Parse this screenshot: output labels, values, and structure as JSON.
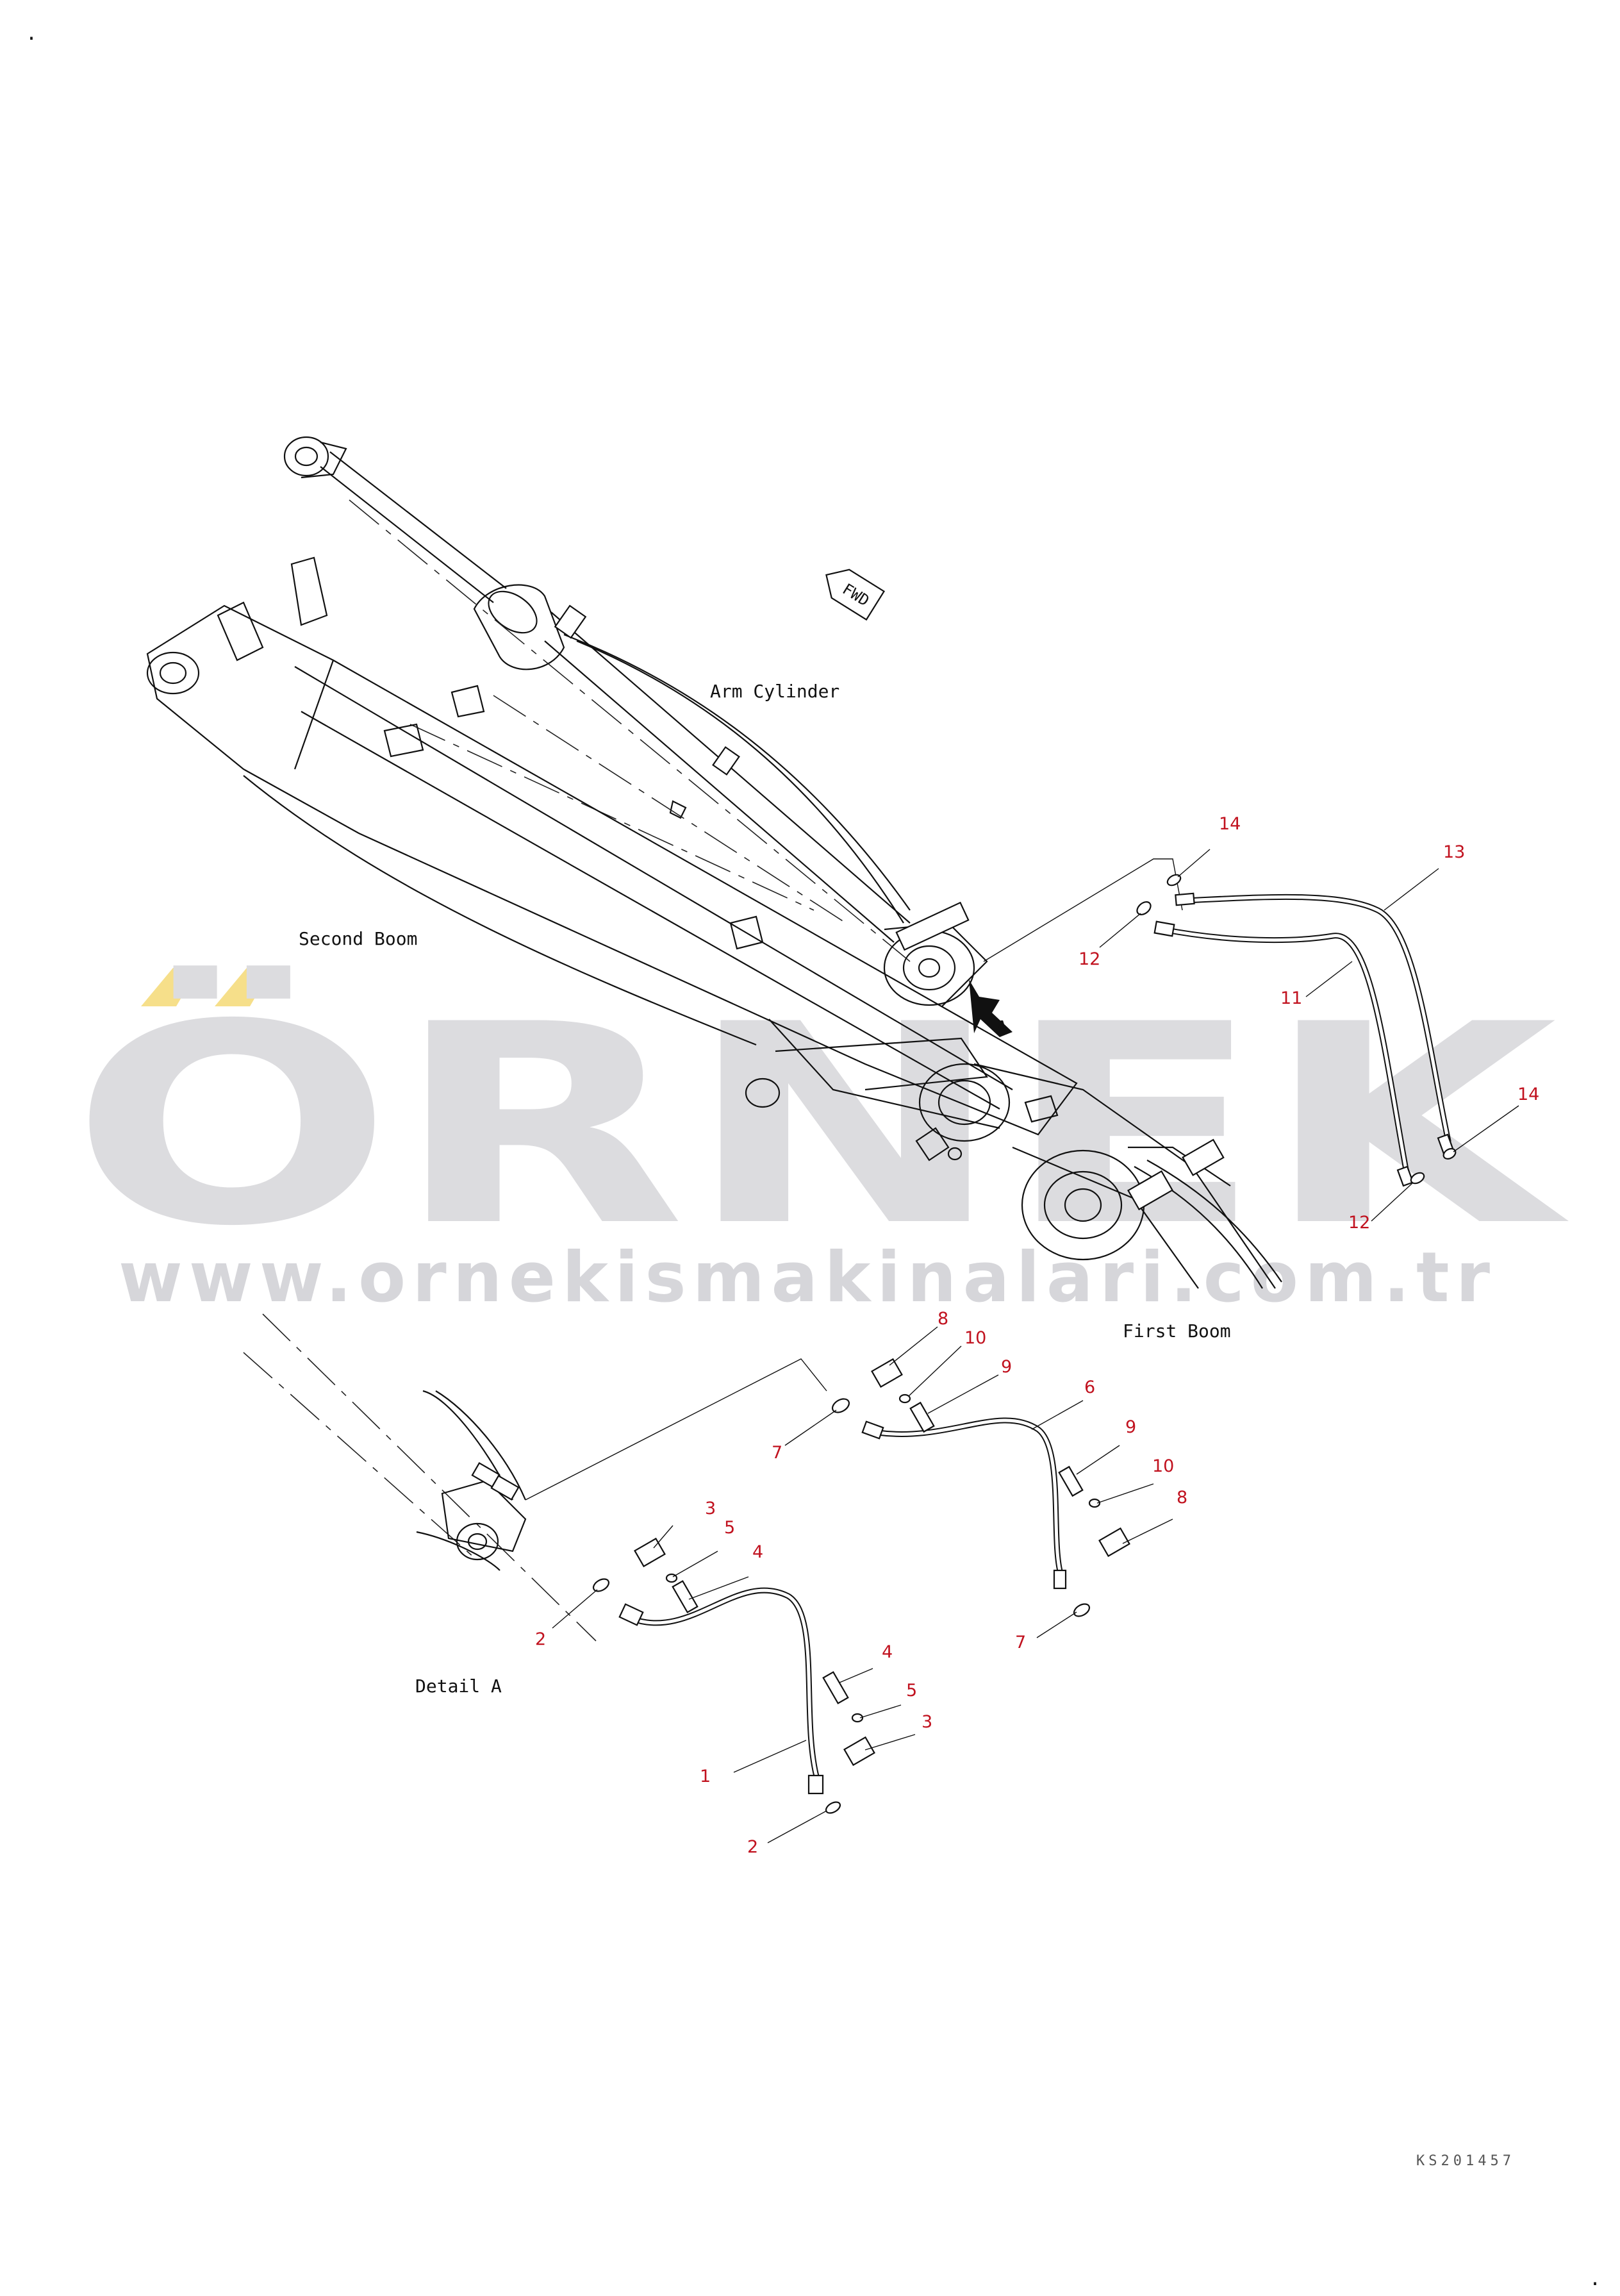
{
  "labels": {
    "arm_cylinder": "Arm Cylinder",
    "second_boom": "Second Boom",
    "first_boom": "First Boom",
    "detail_a": "Detail A",
    "detail_marker": "A",
    "fwd": "FWD"
  },
  "watermark": {
    "brand": "ÖRNEK",
    "url": "www.ornekismakinalari.com.tr"
  },
  "drawing_code": "KS201457",
  "corner_marks": [
    ".",
    "."
  ],
  "callouts": {
    "c14a": "14",
    "c13": "13",
    "c12a": "12",
    "c11": "11",
    "c14b": "14",
    "c12b": "12",
    "c8a": "8",
    "c10a": "10",
    "c9a": "9",
    "c6": "6",
    "c7a": "7",
    "c9b": "9",
    "c10b": "10",
    "c8b": "8",
    "c7b": "7",
    "c3a": "3",
    "c5a": "5",
    "c4a": "4",
    "c2a": "2",
    "c4b": "4",
    "c5b": "5",
    "c3b": "3",
    "c1": "1",
    "c2b": "2"
  },
  "colors": {
    "callout": "#c1121f",
    "watermark_gray": "#dcdcdf",
    "watermark_yellow": "#f6df8a",
    "line": "#111111"
  }
}
